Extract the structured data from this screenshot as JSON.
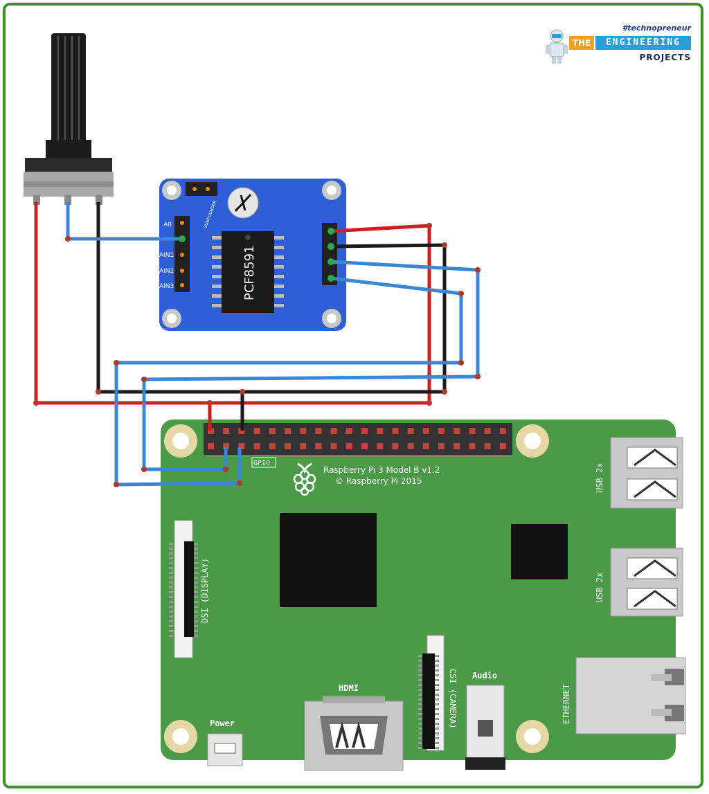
{
  "logo": {
    "tagline": "#technopreneur",
    "the": "THE",
    "engineering": "ENGINEERING",
    "projects": "PROJECTS"
  },
  "module": {
    "chip": "PCF8591",
    "brand": "SUNFOUNDER",
    "pins": [
      "A0",
      "AIN1",
      "AIN2",
      "AIN3"
    ]
  },
  "board": {
    "model": "Raspberry Pi 3 Model B v1.2",
    "copyright": "© Raspberry Pi 2015",
    "gpio": "GPIO",
    "dsi": "DSI (DISPLAY)",
    "csi": "CSI (CAMERA)",
    "hdmi": "HDMI",
    "audio": "Audio",
    "power": "Power",
    "ethernet": "ETHERNET",
    "usb1": "USB 2x",
    "usb2": "USB 2x"
  },
  "colors": {
    "board": "#4a9a48",
    "module": "#2f5fd6",
    "frame": "#3f8e2f",
    "wire_red": "#cc1f1f",
    "wire_black": "#1b1b1b",
    "wire_blue": "#3a86d8"
  }
}
